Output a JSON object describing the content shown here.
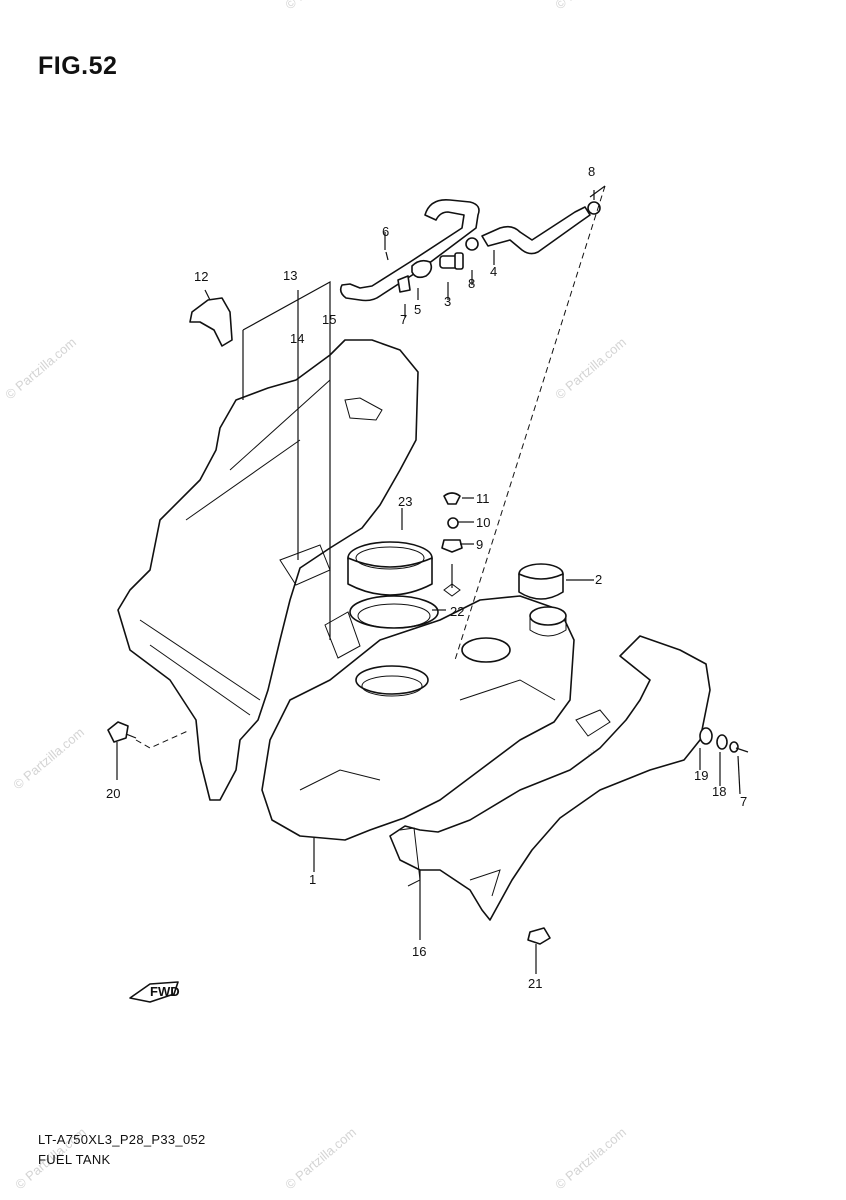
{
  "header": {
    "figure_label": "FIG.52"
  },
  "footer": {
    "diagram_code": "LT-A750XL3_P28_P33_052",
    "section_name": "FUEL TANK"
  },
  "watermark": {
    "text": "© Partzilla.com"
  },
  "direction_marker": {
    "text": "FWD"
  },
  "callouts": {
    "c1": "1",
    "c2": "2",
    "c3": "3",
    "c4": "4",
    "c5": "5",
    "c6": "6",
    "c7a": "7",
    "c7b": "7",
    "c8a": "8",
    "c8b": "8",
    "c9": "9",
    "c10": "10",
    "c11": "11",
    "c12": "12",
    "c13": "13",
    "c14": "14",
    "c15": "15",
    "c16": "16",
    "c18": "18",
    "c19": "19",
    "c20": "20",
    "c21": "21",
    "c22": "22",
    "c23": "23"
  }
}
